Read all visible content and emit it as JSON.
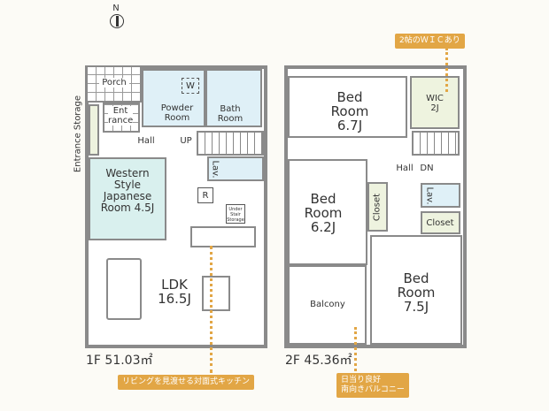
{
  "compass": {
    "label": "N"
  },
  "floor1": {
    "area_label": "1F 51.03㎡",
    "rooms": {
      "porch": "Porch",
      "entrance": "Ent rance",
      "entrance_storage": "Entrance Storage",
      "powder": "Powder Room",
      "washer": "W",
      "bath": "Bath Room",
      "hall": "Hall",
      "up": "UP",
      "lav": "Lav.",
      "western": "Western Style Japanese Room 4.5J",
      "r": "R",
      "under_stair": "Under Stair Storage",
      "ldk": "LDK 16.5J"
    }
  },
  "floor2": {
    "area_label": "2F 45.36㎡",
    "rooms": {
      "bed1": "Bed Room 6.7J",
      "wic": "WIC 2J",
      "hall": "Hall",
      "dn": "DN",
      "bed2": "Bed Room 6.2J",
      "closet1": "Closet",
      "lav": "Lav.",
      "closet2": "Closet",
      "bed3": "Bed Room 7.5J",
      "balcony": "Balcony"
    }
  },
  "callouts": {
    "wic": "2帖のＷＩＣあり",
    "kitchen": "リビングを見渡せる対面式キッチン",
    "balcony_line1": "日当り良好",
    "balcony_line2": "南向きバルコニー"
  },
  "colors": {
    "accent": "#e2a645",
    "wet_area": "#dff0f7",
    "tatami": "#d9f0ee",
    "storage": "#eef3df"
  }
}
